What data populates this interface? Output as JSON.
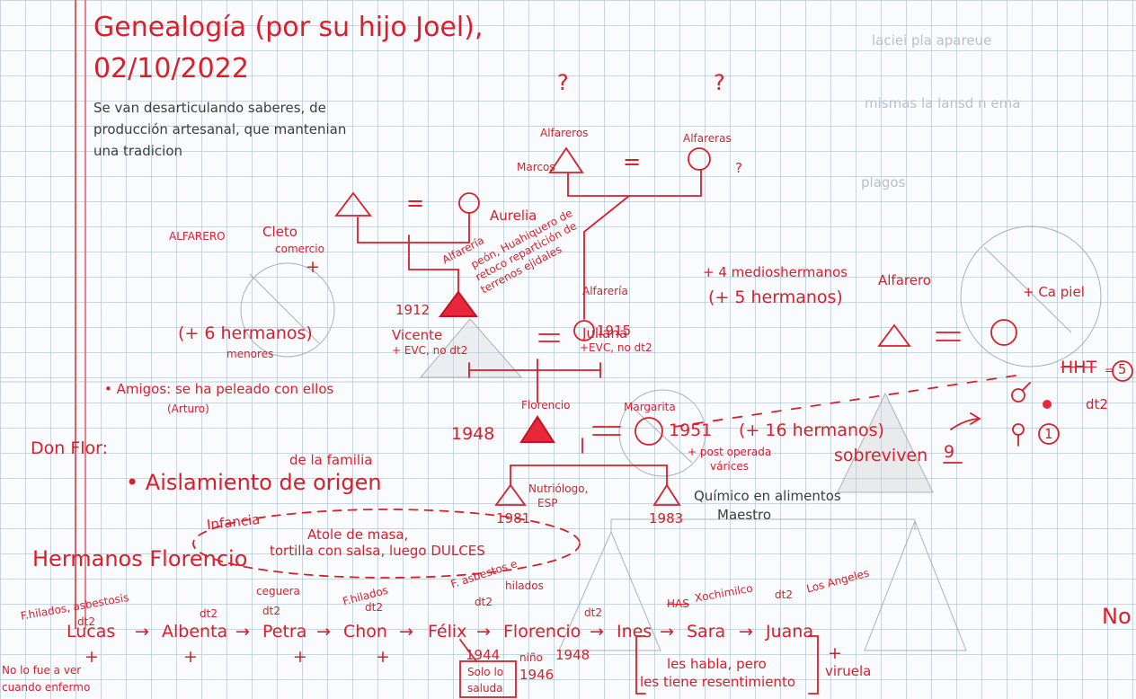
{
  "header": {
    "title": "Genealogía (por su hijo Joel),",
    "date": "02/10/2022",
    "note": [
      "Se van desarticulando saberes, de",
      "producción artesanal, que mantenian",
      "una tradicion"
    ]
  },
  "marks": {
    "q1": "?",
    "q2": "?",
    "q3": "?",
    "equal": "="
  },
  "grandparents_left": {
    "occupation": "ALFARERO",
    "name": "Cleto",
    "trade": "comercio",
    "deceased": "+",
    "wife": "Aurelia",
    "siblings": "(+ 6 hermanos)",
    "siblings_note": "menores"
  },
  "grandparents_right": {
    "husband_occupation": "Alfareros",
    "husband": "Marcos",
    "wife_occupation": "Alfareras"
  },
  "parents": {
    "vicente_year": "1912",
    "vicente_label": "Alfarería",
    "vicente_note": [
      "peón, Huahiquero de",
      "retoco repartición de",
      "terrenos ejidales"
    ],
    "vicente_name": "Vicente",
    "vicente_cause": "+ EVC, no dt2",
    "juliana_occupation": "Alfarería",
    "juliana_year": "1915",
    "juliana_name": "Juliana",
    "juliana_cause": "+EVC, no dt2",
    "half_siblings": "+ 4 medioshermanos",
    "siblings": "(+ 5   hermanos)"
  },
  "in_laws": {
    "occupation": "Alfarero",
    "mother_note": "+ Ca piel",
    "male_count_crossed": "HHT",
    "male_count": "5",
    "female_count": "1",
    "dt2": "dt2"
  },
  "friends": {
    "note": "• Amigos: se ha peleado con ellos",
    "name": "(Arturo)"
  },
  "florencio": {
    "year": "1948",
    "name": "Florencio",
    "wife_name": "Margarita",
    "wife_year": "1951",
    "wife_siblings": "(+ 16 hermanos)",
    "wife_cause": [
      "+ post operada",
      "várices"
    ],
    "survivors_label": "sobreviven",
    "survivors": "9"
  },
  "children": {
    "son1_job": [
      "Nutriólogo,",
      "ESP"
    ],
    "son1_year": "1981",
    "son2_job": "Químico en alimentos",
    "son2_role": "Maestro",
    "son2_year": "1983"
  },
  "don_flor": {
    "title": "Don Flor:",
    "item": "• Aislamiento de origen",
    "insert": "de la familia"
  },
  "childhood": {
    "label": "Infancia",
    "food": [
      "Atole de masa,",
      "tortilla con salsa, luego DULCES"
    ]
  },
  "siblings_row": {
    "heading": "Hermanos  Florencio",
    "names": [
      "Lucas",
      "Albenta",
      "Petra",
      "Chon",
      "Félix",
      "Florencio",
      "Ines",
      "Sara",
      "Juana"
    ],
    "arrow": "→",
    "notes": {
      "lucas": [
        "F.hilados, asbestosis",
        "dt2"
      ],
      "albenta": "dt2",
      "petra": [
        "ceguera",
        "dt2"
      ],
      "chon": [
        "F.hilados",
        "dt2"
      ],
      "felix": [
        "F. asbestos e",
        "hilados",
        "dt2"
      ],
      "florencio": "dt2",
      "ines_crossed": "HAS",
      "ines": "Xochimilco",
      "sara": [
        "dt2",
        "Los Angeles"
      ]
    },
    "years": {
      "felix": "1944",
      "ninio": "niño",
      "ninio_year": "1946",
      "florencio": "1948"
    },
    "below": {
      "lucas": [
        "No lo fue a ver",
        "cuando enfermo"
      ],
      "felix": [
        "Solo lo",
        "saluda"
      ],
      "ines_sara": [
        "les habla, pero",
        "les tiene resentimiento"
      ],
      "juana": "viruela"
    },
    "cross": "+"
  },
  "margin_right": "No"
}
